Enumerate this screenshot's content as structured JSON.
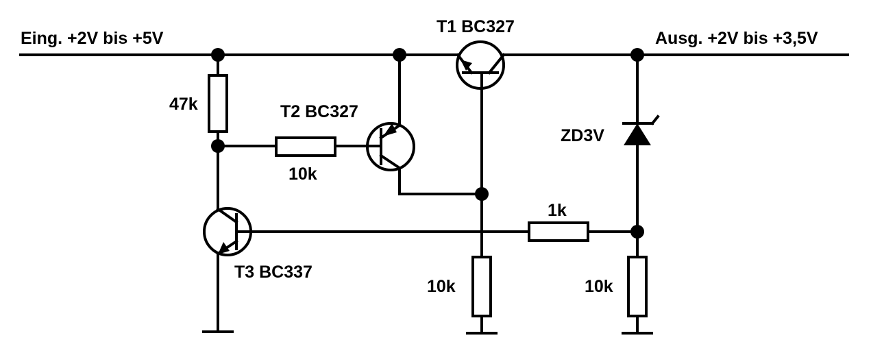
{
  "labels": {
    "input": "Eing.  +2V bis  +5V",
    "output": "Ausg.  +2V bis  +3,5V",
    "t1": "T1  BC327",
    "t2": "T2  BC327",
    "t3": "T3  BC337",
    "zener": "ZD3V",
    "r47k": "47k",
    "r10k_base": "10k",
    "r1k": "1k",
    "r10k_mid": "10k",
    "r10k_right": "10k"
  },
  "colors": {
    "ink": "#000000",
    "background": "#ffffff"
  }
}
